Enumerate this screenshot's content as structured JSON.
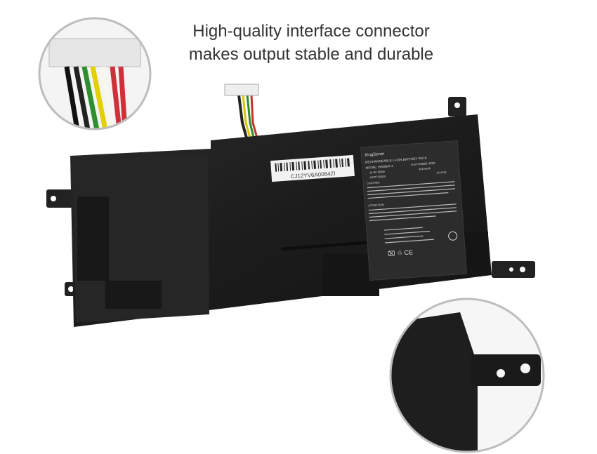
{
  "headline": {
    "line1": "High-quality interface connector",
    "line2": "makes output stable and durable"
  },
  "battery_label": {
    "brand": "KingSener",
    "title": "RECHARGEABLE LI-ION BATTERY PACK",
    "model": "MODEL: P650BAT-4",
    "part": "6-87-P650S-4253",
    "spec1": "14.8V 60Wh",
    "spec2": "3910mAh",
    "spec3": "4ICP7/63/69",
    "spec4": "14.4Vdc",
    "caution": "CAUTION:",
    "attention": "ATTENTION"
  },
  "barcode_text": "CJ12YV6A0064ZI",
  "colors": {
    "battery": "#1e1e1e",
    "label": "#2a2a2a",
    "circle_border": "#bdbdbd"
  }
}
